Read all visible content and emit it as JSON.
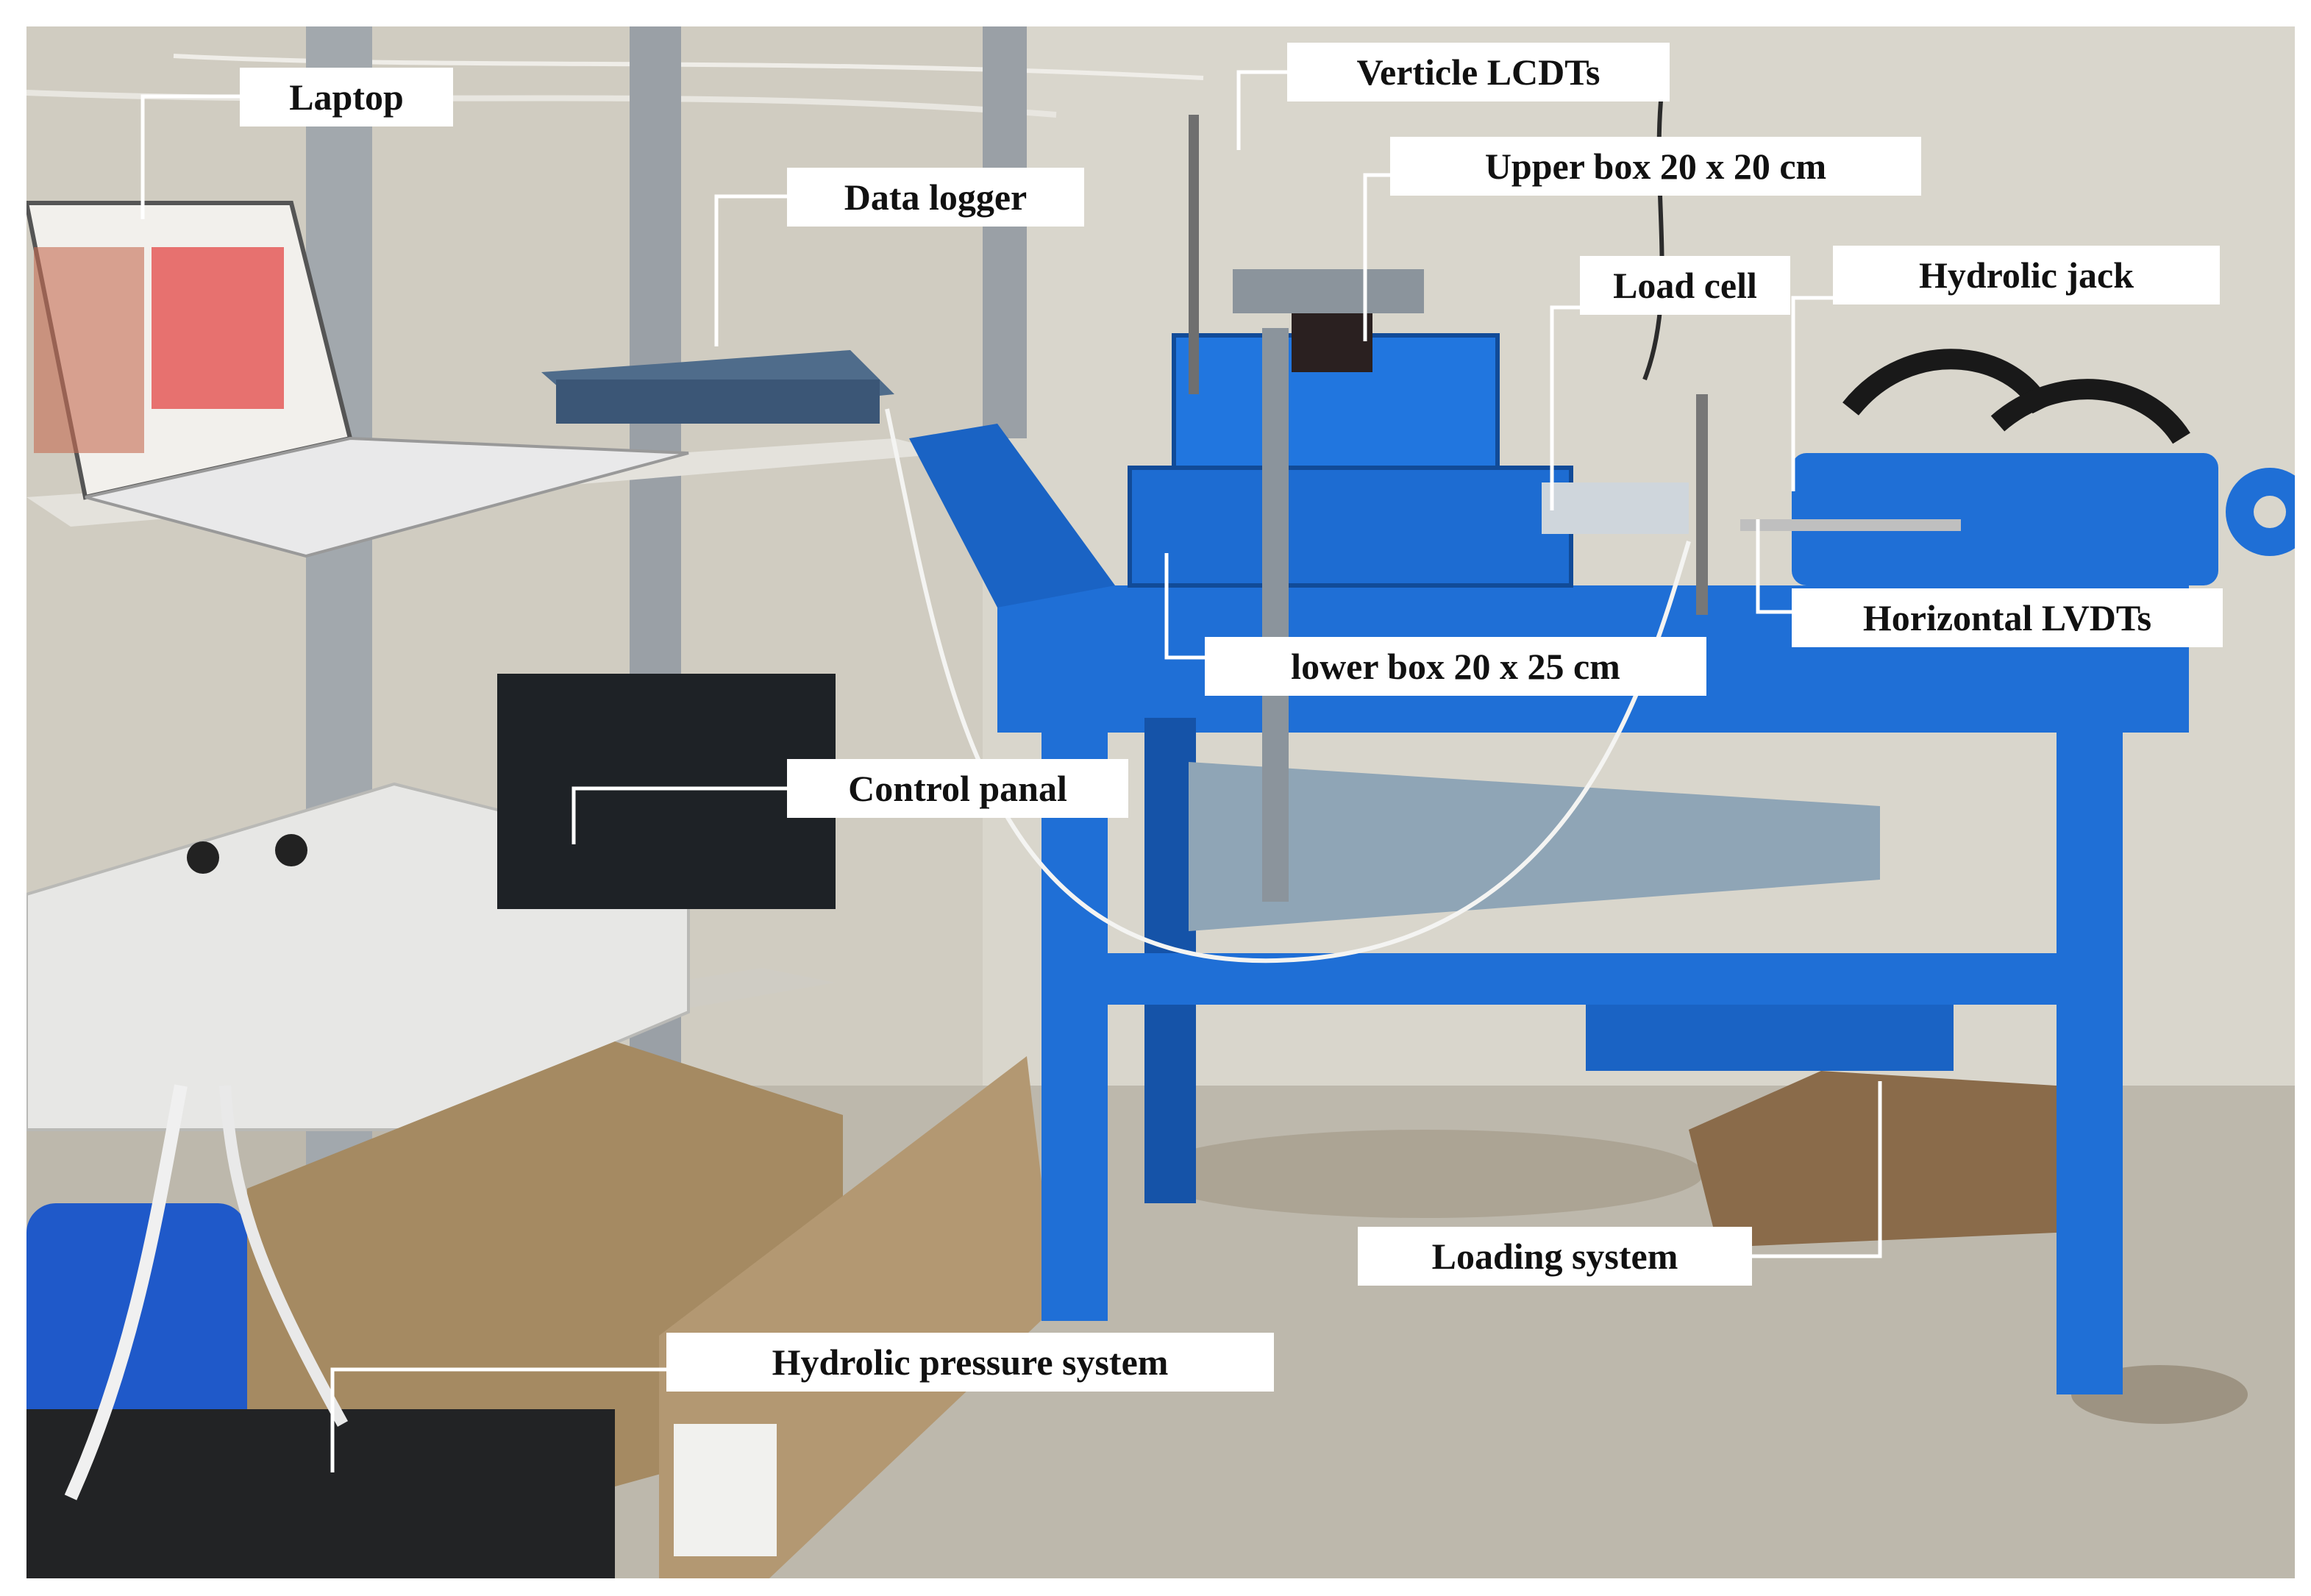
{
  "photo": {
    "subject": "direct shear test apparatus in laboratory",
    "palette": {
      "wall": "#d9d6cc",
      "floor": "#bdb8ac",
      "machine_blue": "#1f6fd6",
      "machine_blue_dark": "#1553a8",
      "steel_grey": "#9aa3ad",
      "cardboard": "#a58a62",
      "leader_line": "#ffffff"
    }
  },
  "labels": {
    "laptop": "Laptop",
    "data_logger": "Data logger",
    "verticle_lcdts": "Verticle LCDTs",
    "upper_box": "Upper box 20 x 20 cm",
    "load_cell": "Load cell",
    "hydrolic_jack": "Hydrolic jack",
    "horizontal_lvdts": "Horizontal LVDTs",
    "lower_box": "lower box 20 x 25 cm",
    "control_panal": "Control panal",
    "loading_system": "Loading system",
    "hydrolic_pressure_system": "Hydrolic pressure system"
  }
}
